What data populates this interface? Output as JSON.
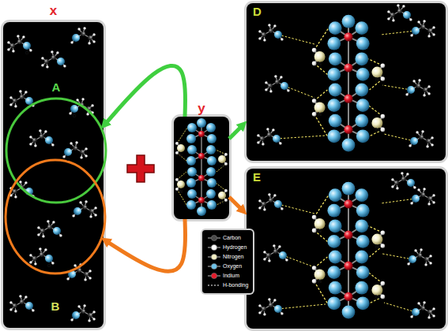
{
  "diagram": {
    "nodes": [
      {
        "text": [
          "x"
        ]
      },
      {
        "text": [
          "A"
        ],
        "in": 0
      },
      {
        "text": [
          "B"
        ],
        "in": 0
      },
      {
        "text": [
          "y"
        ]
      },
      {
        "text": [
          "D"
        ]
      },
      {
        "text": [
          "E"
        ]
      }
    ],
    "edges": [
      {
        "from": 3,
        "to": 1,
        "arrow": "to"
      },
      {
        "from": 3,
        "to": 2,
        "arrow": "to"
      },
      {
        "from": 3,
        "to": 4,
        "arrow": "to"
      },
      {
        "from": 3,
        "to": 5,
        "arrow": "to"
      }
    ],
    "labels": [
      "O",
      "O",
      "O",
      "O",
      "N",
      "N",
      "N",
      "N",
      "N",
      "N",
      "N",
      "N",
      "N",
      "N",
      "N",
      "N"
    ],
    "legend": [
      {
        "text": "Carbon",
        "color": "#4a4a4a"
      },
      {
        "text": "Hydrogen",
        "color": "#ffffff"
      },
      {
        "text": "Nitrogen",
        "color": "#f2eec4"
      },
      {
        "text": "Oxygen",
        "color": "#6ec3ea"
      },
      {
        "text": "Indium",
        "color": "#e41b2b"
      },
      {
        "text": "H-bonding"
      }
    ]
  }
}
